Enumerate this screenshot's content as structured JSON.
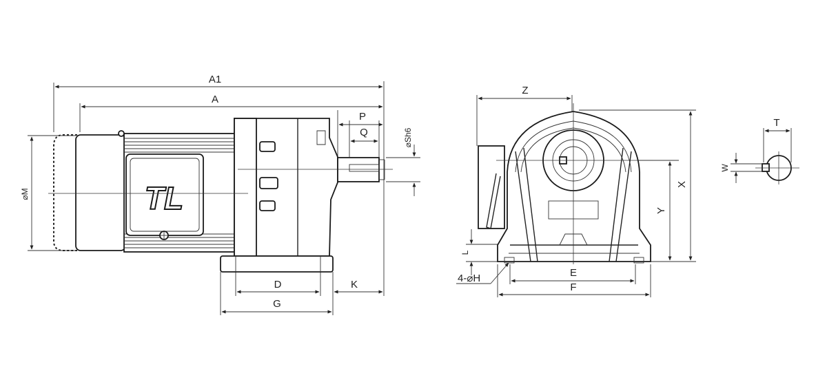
{
  "side_view": {
    "dims": {
      "a1": "A1",
      "a": "A",
      "p": "P",
      "q": "Q",
      "s": "⌀Sh6",
      "m": "⌀M",
      "d": "D",
      "g": "G",
      "k": "K"
    },
    "logo_text": "TL"
  },
  "front_view": {
    "dims": {
      "z": "Z",
      "x": "X",
      "y": "Y",
      "e": "E",
      "f": "F",
      "l": "L",
      "h": "4-⌀H"
    }
  },
  "key_detail": {
    "dims": {
      "t": "T",
      "w": "W"
    }
  }
}
